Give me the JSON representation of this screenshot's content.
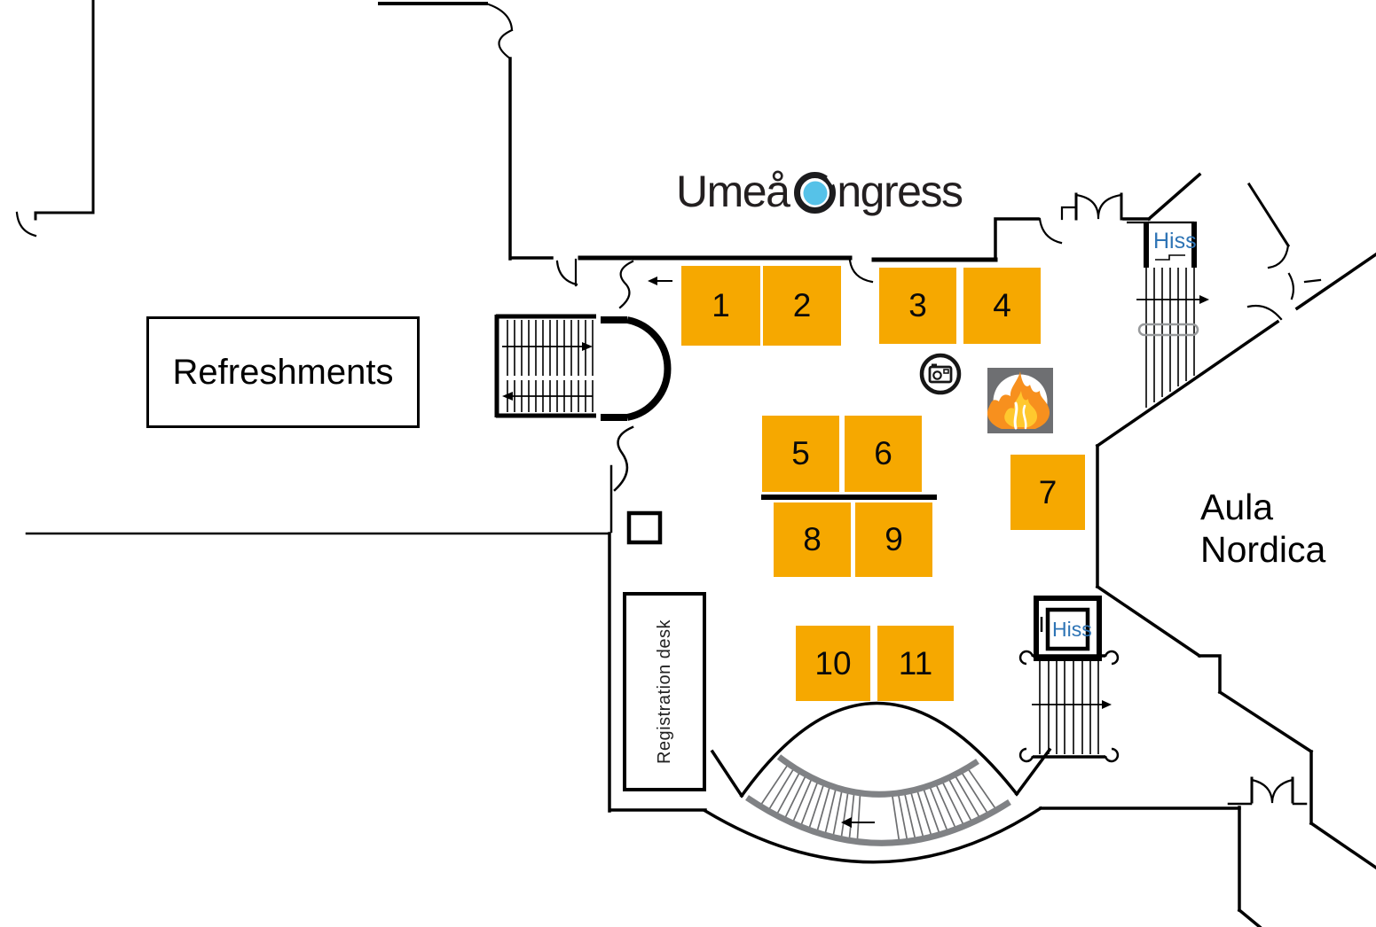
{
  "logo": {
    "word_start": "Umeå",
    "word_end": "ngress"
  },
  "areas": {
    "refreshments": "Refreshments",
    "registration_desk": "Registration desk",
    "aula_nordica": {
      "line1": "Aula",
      "line2": "Nordica"
    }
  },
  "elevators": {
    "top_label": "Hiss",
    "bottom_label": "Hiss"
  },
  "booths": [
    {
      "label": "1"
    },
    {
      "label": "2"
    },
    {
      "label": "3"
    },
    {
      "label": "4"
    },
    {
      "label": "5"
    },
    {
      "label": "6"
    },
    {
      "label": "7"
    },
    {
      "label": "8"
    },
    {
      "label": "9"
    },
    {
      "label": "10"
    },
    {
      "label": "11"
    }
  ],
  "icons": {
    "camera": "camera-icon",
    "fire": "fire-safety-icon",
    "logo_dot": "logo-dot-icon",
    "arrows": "direction-arrow-icon"
  },
  "colors": {
    "booth_orange": "#F6A800",
    "stair_rail_gray": "#808285",
    "elevator_text_blue": "#2E74B5",
    "fire_square_gray": "#6E6F72",
    "flame_orange": "#F7901E",
    "flame_yellow": "#FFC82E",
    "logo_dot_blue": "#56C2E8",
    "wall_black": "#000000"
  }
}
